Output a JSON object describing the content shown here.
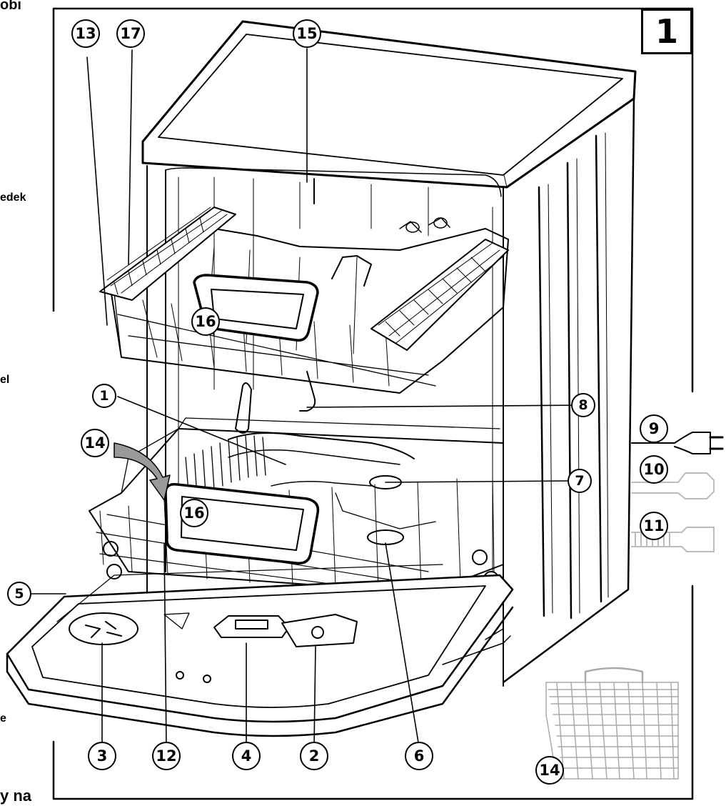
{
  "figure_number": "1",
  "margin_text": {
    "t1": "obi",
    "t2": "edek",
    "t3": "el",
    "t4": "e",
    "t5": "y na"
  },
  "callouts": {
    "c1": "1",
    "c2": "2",
    "c3": "3",
    "c4": "4",
    "c5": "5",
    "c6": "6",
    "c7": "7",
    "c8": "8",
    "c9": "9",
    "c10": "10",
    "c11": "11",
    "c12": "12",
    "c13": "13",
    "c14a": "14",
    "c14b": "14",
    "c15": "15",
    "c16a": "16",
    "c16b": "16",
    "c17": "17"
  }
}
